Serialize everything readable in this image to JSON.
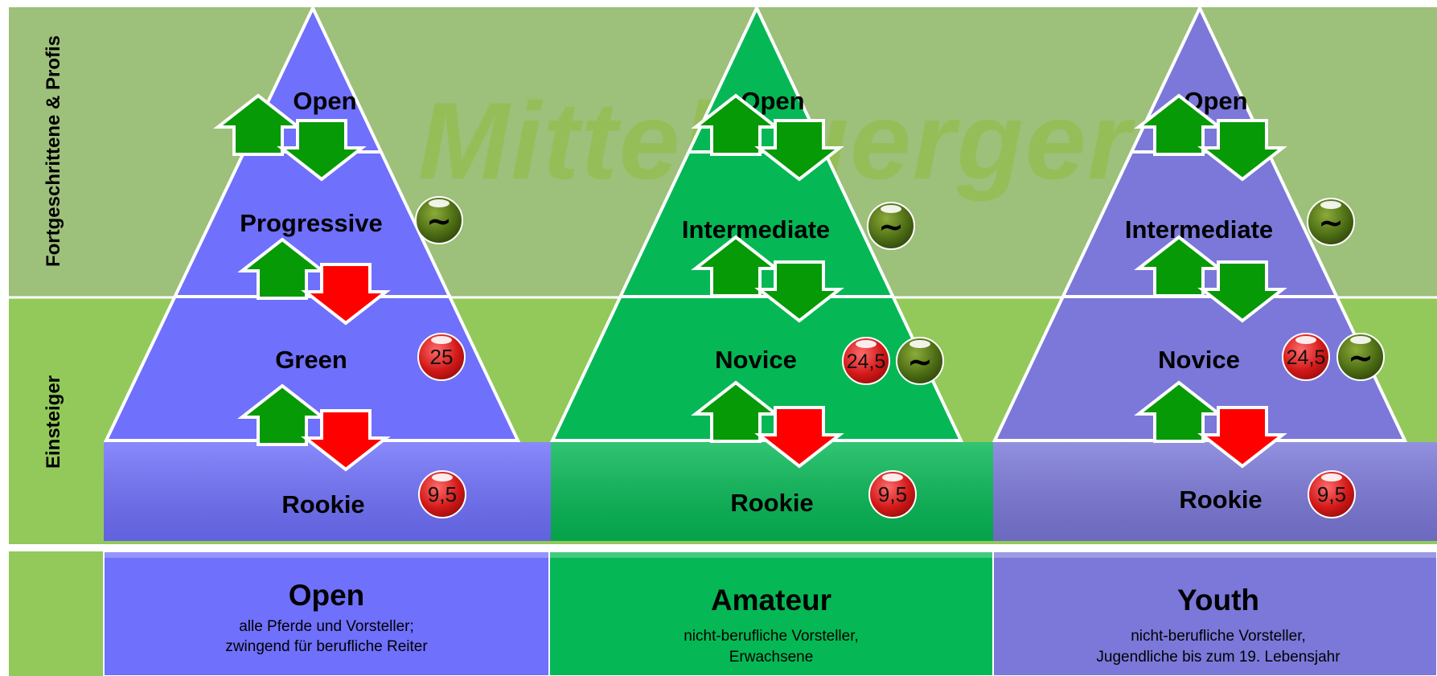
{
  "watermark": "Mittelbuerger",
  "side_labels": {
    "upper": "Fortgeschrittene & Profis",
    "lower": "Einsteiger"
  },
  "colors": {
    "upper_band": "#9dc07a",
    "lower_band": "#92c95a",
    "open_fill": "#6f70fb",
    "amateur_fill": "#05b855",
    "youth_fill": "#7b78d9",
    "arrow_up": "#079a07",
    "arrow_down_green": "#079a07",
    "arrow_down_red": "#ff0000",
    "badge_red": "#c81818",
    "badge_green": "#4a6a12"
  },
  "pyramids": [
    {
      "id": "open",
      "levels": [
        "Open",
        "Progressive",
        "Green",
        "Rookie"
      ],
      "arrows_down": [
        "green",
        "red",
        "red"
      ],
      "badges": [
        {
          "level": "Progressive",
          "items": [
            {
              "type": "green",
              "text": "~"
            }
          ]
        },
        {
          "level": "Green",
          "items": [
            {
              "type": "red",
              "text": "25"
            }
          ]
        },
        {
          "level": "Rookie",
          "items": [
            {
              "type": "red",
              "text": "9,5"
            }
          ]
        }
      ]
    },
    {
      "id": "amateur",
      "levels": [
        "Open",
        "Intermediate",
        "Novice",
        "Rookie"
      ],
      "arrows_down": [
        "green",
        "green",
        "red"
      ],
      "badges": [
        {
          "level": "Intermediate",
          "items": [
            {
              "type": "green",
              "text": "~"
            }
          ]
        },
        {
          "level": "Novice",
          "items": [
            {
              "type": "red",
              "text": "24,5"
            },
            {
              "type": "green",
              "text": "~"
            }
          ]
        },
        {
          "level": "Rookie",
          "items": [
            {
              "type": "red",
              "text": "9,5"
            }
          ]
        }
      ]
    },
    {
      "id": "youth",
      "levels": [
        "Open",
        "Intermediate",
        "Novice",
        "Rookie"
      ],
      "arrows_down": [
        "green",
        "green",
        "red"
      ],
      "badges": [
        {
          "level": "Intermediate",
          "items": [
            {
              "type": "green",
              "text": "~"
            }
          ]
        },
        {
          "level": "Novice",
          "items": [
            {
              "type": "red",
              "text": "24,5"
            },
            {
              "type": "green",
              "text": "~"
            }
          ]
        },
        {
          "level": "Rookie",
          "items": [
            {
              "type": "red",
              "text": "9,5"
            }
          ]
        }
      ]
    }
  ],
  "categories": [
    {
      "title": "Open",
      "desc_line1": "alle Pferde und Vorsteller;",
      "desc_line2": "zwingend für berufliche Reiter"
    },
    {
      "title": "Amateur",
      "desc_line1": "nicht-berufliche Vorsteller,",
      "desc_line2": "Erwachsene"
    },
    {
      "title": "Youth",
      "desc_line1": "nicht-berufliche Vorsteller,",
      "desc_line2": "Jugendliche bis zum 19. Lebensjahr"
    }
  ]
}
